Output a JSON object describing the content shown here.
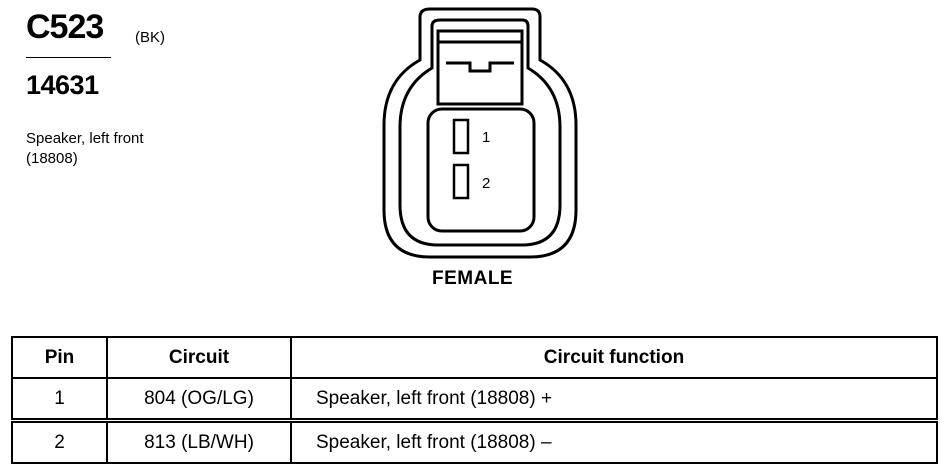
{
  "connector": {
    "id": "C523",
    "color_code": "(BK)",
    "part_number": "14631",
    "description_line1": "Speaker, left front",
    "description_line2": "(18808)"
  },
  "diagram": {
    "gender_label": "FEMALE",
    "pin_labels": [
      "1",
      "2"
    ]
  },
  "table": {
    "headers": [
      "Pin",
      "Circuit",
      "Circuit function"
    ],
    "rows": [
      {
        "pin": "1",
        "circuit": "804 (OG/LG)",
        "function": "Speaker, left front (18808) +"
      },
      {
        "pin": "2",
        "circuit": "813 (LB/WH)",
        "function": "Speaker, left front (18808) –"
      }
    ]
  }
}
